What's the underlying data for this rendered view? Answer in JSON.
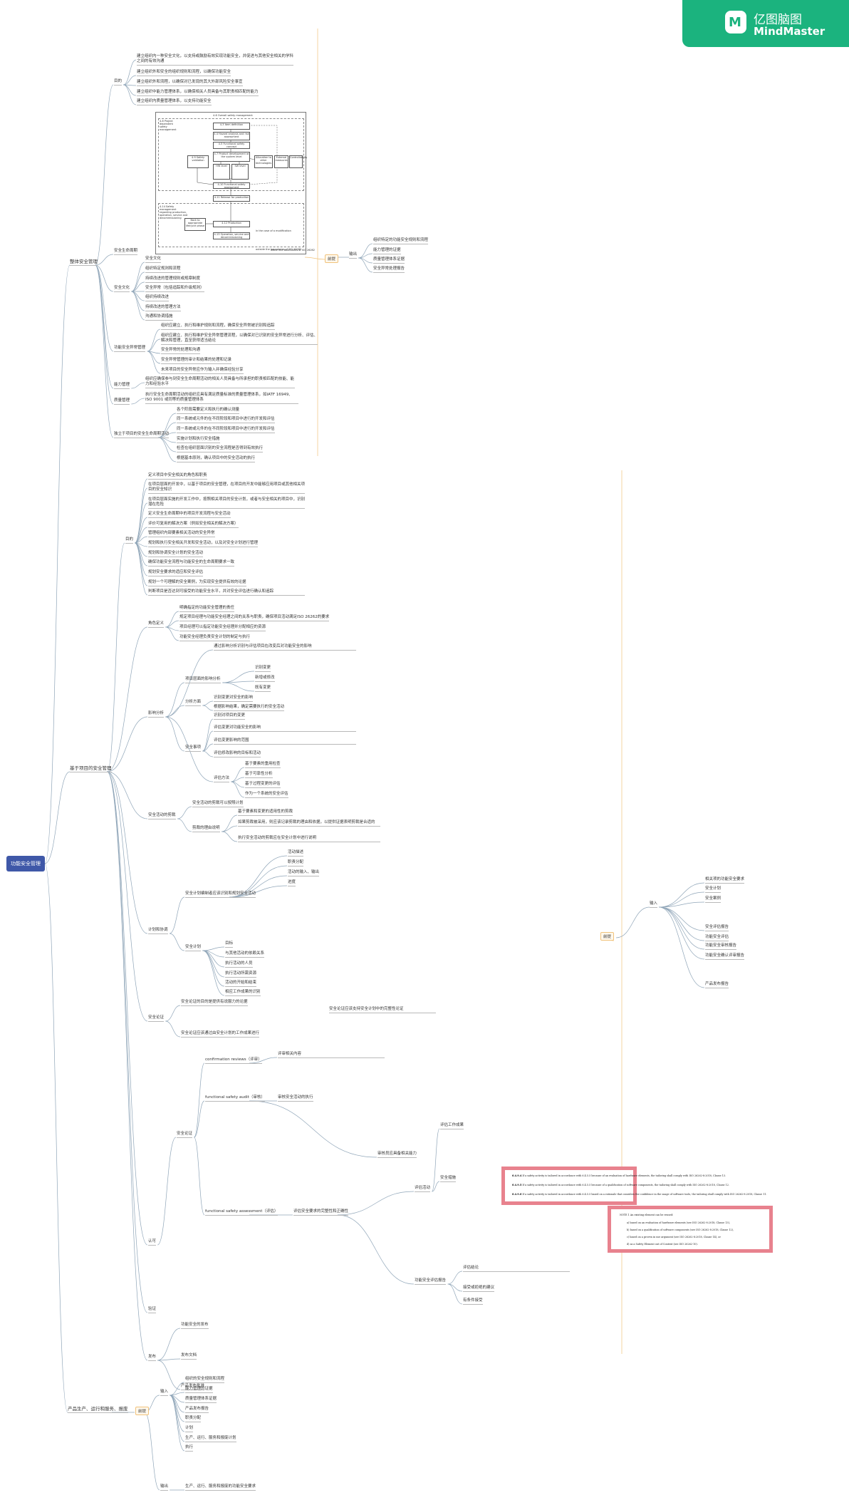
{
  "brand": {
    "cn_name": "亿图脑图",
    "en_name": "MindMaster",
    "logo_letter": "M",
    "color": "#1bb37e"
  },
  "root": {
    "label": "功能安全管理",
    "color": "#3f58a8"
  },
  "colors": {
    "line": "#8fa5b8",
    "box_border": "#f0c27b",
    "box_fill": "#fff8ec",
    "callout": "#e8828e"
  },
  "labels": [
    {
      "id": "w1",
      "text": "整体安全管理"
    },
    {
      "id": "w2",
      "text": "基于项目的安全管理"
    },
    {
      "id": "w3",
      "text": "产品生产、运行和服务、报废"
    },
    {
      "id": "s1",
      "text": "目的"
    },
    {
      "id": "p1",
      "text": "建立组织内一种安全文化，以支持或鼓励有效实现功能安全，并促进与其他安全相关的学科之间的有效沟通"
    },
    {
      "id": "p2",
      "text": "建立组织外和安全的组织规则和流程，以确保功能安全"
    },
    {
      "id": "p3",
      "text": "建立组织外和流程，以确保对已发现的其大外部风险安全事宜"
    },
    {
      "id": "p4",
      "text": "建立组织中能力管理体系，以确保相关人员具备与其职责相匹配的能力"
    },
    {
      "id": "p5",
      "text": "建立组织内质量管理体系，以支持功能安全"
    },
    {
      "id": "fig_title",
      "text": "4-6 Overall safety management"
    },
    {
      "id": "s2",
      "text": "安全生命周期"
    },
    {
      "id": "s3",
      "text": "安全文化"
    },
    {
      "id": "c1",
      "text": "安全文化"
    },
    {
      "id": "c2",
      "text": "组织特定规则和流程"
    },
    {
      "id": "c3",
      "text": "持续改进的管理规则或规章制度"
    },
    {
      "id": "c4",
      "text": "安全异常（包括追踪和升级规则）"
    },
    {
      "id": "c5",
      "text": "组织持续改进"
    },
    {
      "id": "c6",
      "text": "持续改进的管理方法"
    },
    {
      "id": "c7",
      "text": "沟通和协调措施"
    },
    {
      "id": "s4",
      "text": "功能安全异常管理"
    },
    {
      "id": "a1",
      "text": "组织应建立、执行和维护规则和流程，确保安全异常被识别和追踪"
    },
    {
      "id": "a2",
      "text": "组织应建立、执行和维护安全异常管理流程，以确保对已识别的安全异常进行分析、评估、解决和管理，直至获得适当结论"
    },
    {
      "id": "a3",
      "text": "安全异常的处理和沟通"
    },
    {
      "id": "a4",
      "text": "安全异常管理的审计和结果的处理和记录"
    },
    {
      "id": "a5",
      "text": "未来项目的安全异常应作为输入并确保经验分享"
    },
    {
      "id": "s5",
      "text": "能力管理"
    },
    {
      "id": "k1",
      "text": "组织应确保参与到安全生命周期活动的相关人员具备与所承担的职责相匹配的技能、能力和经验水平"
    },
    {
      "id": "s6",
      "text": "质量管理"
    },
    {
      "id": "q1",
      "text": "执行安全生命周期活动的组织应具有满足质量标准的质量管理体系，如IATF 16949、ISO 9001 或同等的质量管理体系"
    },
    {
      "id": "s7",
      "text": "独立于项目的安全生命周期活动"
    },
    {
      "id": "i1",
      "text": "各个阶段需要定义和执行的确认测量"
    },
    {
      "id": "i2",
      "text": "同一系统或元件的在不同阶段和项目中进行的开发和评估"
    },
    {
      "id": "i3",
      "text": "同一系统或元件的在不同阶段和项目中进行的开发和评估"
    },
    {
      "id": "i4",
      "text": "实施计划和执行安全措施"
    },
    {
      "id": "i5",
      "text": "检查在组织层面识别的安全流程是否得到有效执行"
    },
    {
      "id": "i6",
      "text": "根据基本原则，确认项目中的安全活动的执行"
    },
    {
      "id": "b1",
      "text": "前提"
    },
    {
      "id": "b1s",
      "text": "输出"
    },
    {
      "id": "o1",
      "text": "组织特定的功能安全规则和流程"
    },
    {
      "id": "o2",
      "text": "能力管理的证据"
    },
    {
      "id": "o3",
      "text": "质量管理体系证据"
    },
    {
      "id": "o4",
      "text": "安全异常处理报告"
    },
    {
      "id": "t1",
      "text": "目的"
    },
    {
      "id": "g1",
      "text": "定义项目中安全相关的角色和职责"
    },
    {
      "id": "g2",
      "text": "在项目层面的开发中，以基于项目的安全管理，在项目的开发中能够应用项目或其他相关项目的安全知识"
    },
    {
      "id": "g3",
      "text": "在项目层面实施的开发工作中，按照相关项目的安全计划，或者与安全相关的项目中，识别潜在危险"
    },
    {
      "id": "g4",
      "text": "定义安全生命周期中的项目开发流程与安全活动"
    },
    {
      "id": "g5",
      "text": "评价可复用的解决方案（例如安全相关的解决方案）"
    },
    {
      "id": "g6",
      "text": "管理组织内部要素相关活动的安全异常"
    },
    {
      "id": "g7",
      "text": "规划和执行安全相关开发和安全活动，以及对安全计划进行管理"
    },
    {
      "id": "g8",
      "text": "规划和协调安全计划的安全活动"
    },
    {
      "id": "g9",
      "text": "确保功能安全流程与功能安全的生命周期要求一致"
    },
    {
      "id": "g10",
      "text": "规划安全要求的适应和安全评估"
    },
    {
      "id": "g11",
      "text": "规划一个可理解的安全案例，为实现安全提供有效的论据"
    },
    {
      "id": "g12",
      "text": "判断项目是否达到可接受的功能安全水平，并对安全评估进行确认和追踪"
    },
    {
      "id": "t2",
      "text": "角色定义"
    },
    {
      "id": "r1",
      "text": "明确指定的功能安全管理的责任"
    },
    {
      "id": "r2",
      "text": "规定项目经理与功能安全经理之间的关系与职责，确保项目活动满足ISO 26262的要求"
    },
    {
      "id": "r3",
      "text": "项目经理可以指定功能安全经理并分配相应的资源"
    },
    {
      "id": "r4",
      "text": "功能安全经理负责安全计划的制定与执行"
    },
    {
      "id": "t3",
      "text": "影响分析"
    },
    {
      "id": "y1",
      "text": "通过影响分析识别与评估项目在改变后对功能安全的影响"
    },
    {
      "id": "y2",
      "text": "项目层面的影响分析"
    },
    {
      "id": "y2a",
      "text": "识别变更"
    },
    {
      "id": "y2b",
      "text": "新增或修改"
    },
    {
      "id": "y2c",
      "text": "既有变更"
    },
    {
      "id": "y3",
      "text": "分析方面"
    },
    {
      "id": "y3a",
      "text": "识别变更对安全的影响"
    },
    {
      "id": "y3b",
      "text": "根据影响结果，确定需要执行的安全活动"
    },
    {
      "id": "y4",
      "text": "安全事项"
    },
    {
      "id": "y4a",
      "text": "识别对项目的变更"
    },
    {
      "id": "y4b",
      "text": "评估变更对功能安全的影响"
    },
    {
      "id": "y4c",
      "text": "评估变更影响的范围"
    },
    {
      "id": "y4d",
      "text": "评估修改影响的目标和活动"
    },
    {
      "id": "y5",
      "text": "评估方法"
    },
    {
      "id": "y5a",
      "text": "基于要素的重用检查"
    },
    {
      "id": "y5b",
      "text": "基于可靠性分析"
    },
    {
      "id": "y5c",
      "text": "基于过程变更的评估"
    },
    {
      "id": "y5d",
      "text": "作为一个系统的安全评估"
    },
    {
      "id": "t4",
      "text": "安全活动的剪裁"
    },
    {
      "id": "z1",
      "text": "安全活动的剪裁可以按照计划"
    },
    {
      "id": "z2",
      "text": "剪裁的理由说明"
    },
    {
      "id": "z2a",
      "text": "基于要素和变更的适用性的剪裁"
    },
    {
      "id": "z2b",
      "text": "如果剪裁被采用，则应该记录剪裁的理由和依据，以提供证据表明剪裁是合适的"
    },
    {
      "id": "z2c",
      "text": "执行安全活动的剪裁应在安全计划中进行说明"
    },
    {
      "id": "t5",
      "text": "计划和协调"
    },
    {
      "id": "x1",
      "text": "安全计划编制者应该识别和规划安全活动"
    },
    {
      "id": "x1a",
      "text": "活动描述"
    },
    {
      "id": "x1b",
      "text": "职责分配"
    },
    {
      "id": "x1c",
      "text": "活动的输入、输出"
    },
    {
      "id": "x1d",
      "text": "进度"
    },
    {
      "id": "x2",
      "text": "安全计划"
    },
    {
      "id": "x2a",
      "text": "目标"
    },
    {
      "id": "x2b",
      "text": "与其他活动的依赖关系"
    },
    {
      "id": "x2c",
      "text": "执行活动的人员"
    },
    {
      "id": "x2d",
      "text": "执行活动所需资源"
    },
    {
      "id": "x2e",
      "text": "活动的开始和结束"
    },
    {
      "id": "x2f",
      "text": "相应工作成果的识别"
    },
    {
      "id": "t6",
      "text": "安全论证"
    },
    {
      "id": "v1",
      "text": "安全论证的目的是提供有说服力的论据"
    },
    {
      "id": "v2",
      "text": "安全论证应该通过由安全计划的工作成果进行"
    },
    {
      "id": "v3",
      "text": "安全论证应该支持安全计划中的完整性论证"
    },
    {
      "id": "t7",
      "text": "认可"
    },
    {
      "id": "h1",
      "text": "安全论证"
    },
    {
      "id": "h2",
      "text": "confirmation reviews（评审）"
    },
    {
      "id": "h2a",
      "text": "评审相关内容"
    },
    {
      "id": "h3",
      "text": "functional safety audit（审核）"
    },
    {
      "id": "h3a",
      "text": "审核安全活动的执行"
    },
    {
      "id": "h3b",
      "text": "审核员应具备相关能力"
    },
    {
      "id": "h4",
      "text": "functional safety assessment（评估）"
    },
    {
      "id": "h4a",
      "text": "评估安全要求的完整性和正确性"
    },
    {
      "id": "h4b",
      "text": "评估活动"
    },
    {
      "id": "h4c",
      "text": "评估工作成果"
    },
    {
      "id": "h4d",
      "text": "安全措施"
    },
    {
      "id": "h5",
      "text": "功能安全评估报告"
    },
    {
      "id": "h5a",
      "text": "评估结论"
    },
    {
      "id": "h5b",
      "text": "接受或拒绝的建议"
    },
    {
      "id": "h5c",
      "text": "有条件接受"
    },
    {
      "id": "t8",
      "text": "验证"
    },
    {
      "id": "t9",
      "text": "发布"
    },
    {
      "id": "j1",
      "text": "功能安全的发布"
    },
    {
      "id": "j2",
      "text": "发布文档"
    },
    {
      "id": "j3",
      "text": "产品发布批准"
    },
    {
      "id": "b2",
      "text": "前提"
    },
    {
      "id": "b2s",
      "text": "输入"
    },
    {
      "id": "m1",
      "text": "相关项的功能安全要求"
    },
    {
      "id": "m2",
      "text": "安全计划"
    },
    {
      "id": "m3",
      "text": "安全案例"
    },
    {
      "id": "m4",
      "text": "安全评估报告"
    },
    {
      "id": "m5",
      "text": "功能安全评估"
    },
    {
      "id": "m6",
      "text": "功能安全审核报告"
    },
    {
      "id": "m7",
      "text": "功能安全确认评审报告"
    },
    {
      "id": "m8",
      "text": "产品发布报告"
    },
    {
      "id": "b3",
      "text": "前提"
    },
    {
      "id": "b3s",
      "text": "输入"
    },
    {
      "id": "e1",
      "text": "组织的安全规则和流程"
    },
    {
      "id": "e2",
      "text": "能力管理的证据"
    },
    {
      "id": "e3",
      "text": "质量管理体系证据"
    },
    {
      "id": "e4",
      "text": "产品发布报告"
    },
    {
      "id": "e5",
      "text": "职责分配"
    },
    {
      "id": "e6",
      "text": "计划"
    },
    {
      "id": "e7",
      "text": "生产、运行、服务和报废计划"
    },
    {
      "id": "e8",
      "text": "执行"
    },
    {
      "id": "e9",
      "text": "输出"
    },
    {
      "id": "e10",
      "text": "生产、运行、服务和报废的功能安全要求"
    }
  ],
  "callout1": {
    "lines": [
      {
        "num": "6.4.9.4",
        "text": "If a safety activity is tailored in accordance with 6.4.5.5 because of an evaluation of hardware elements, the tailoring shall comply with ISO 26262-8:2018, Clause 13."
      },
      {
        "num": "6.4.9.5",
        "text": "If a safety activity is tailored in accordance with 6.4.5.5 because of a qualification of software components, the tailoring shall comply with ISO 26262-8:2018, Clause 12."
      },
      {
        "num": "6.4.9.6",
        "text": "If a safety activity is tailored in accordance with 6.4.5.5 based on a rationale that considers the confidence in the usage of software tools, the tailoring shall comply with ISO 26262-8:2018, Clause 11."
      }
    ]
  },
  "callout2": {
    "lines": [
      "NOTE 1    An existing element can be reused:",
      "a) based on an evaluation of hardware elements (see ISO 26262-8:2018, Clause 13),",
      "b) based on a qualification of software components (see ISO 26262-8:2018, Clause 12),",
      "c) based on a proven in use argument (see ISO 26262-8:2018, Clause 14), or",
      "d) as a Safety Element out of Context (see ISO 26262-10)."
    ]
  },
  "figure_text": [
    "4-6 Overall safety management",
    "4-8 Project dependent safety management",
    "4-3 Item definition",
    "4-4 Hazard analysis and risk assessment",
    "4-5 Functional safety concept",
    "4-7 Product development at the system level",
    "HW level",
    "SW level",
    "Allocation to other technologies",
    "External measures",
    "Controllability",
    "4-9 Safety validation",
    "4-10 Functional safety assessment",
    "4-11 Release for production",
    "4-12 Production",
    "4-13 Operation, service and decommissioning",
    "Back to appropriate lifecycle phase",
    "in the case of a modification",
    "4-14 Safety management regarding production, operation, service and decommissioning",
    "outside the boundaries of ISO 26262",
    "within the boundaries of ISO 26262"
  ]
}
